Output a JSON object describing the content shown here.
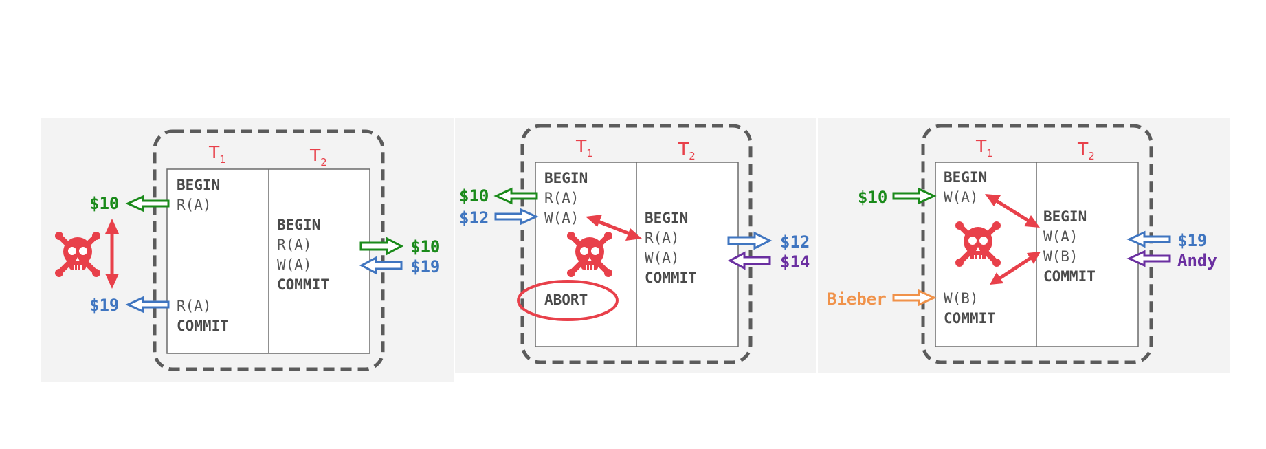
{
  "colors": {
    "red": "#e8404a",
    "green": "#1a8a1a",
    "blue": "#3f75c0",
    "purple": "#6a2fa0",
    "orange": "#f0924a",
    "gray_text": "#555555"
  },
  "icons": [
    "skull-crossbones-icon",
    "conflict-arrow",
    "value-arrow"
  ],
  "panels": [
    {
      "t1_label": "T",
      "t1_sub": "1",
      "t2_label": "T",
      "t2_sub": "2",
      "t1_ops": [
        "BEGIN",
        "R(A)",
        "R(A)",
        "COMMIT"
      ],
      "t2_ops": [
        "BEGIN",
        "R(A)",
        "W(A)",
        "COMMIT"
      ],
      "left_values": [
        "$10",
        "$19"
      ],
      "right_values": [
        "$10",
        "$19"
      ]
    },
    {
      "t1_label": "T",
      "t1_sub": "1",
      "t2_label": "T",
      "t2_sub": "2",
      "t1_ops": [
        "BEGIN",
        "R(A)",
        "W(A)",
        "ABORT"
      ],
      "t2_ops": [
        "BEGIN",
        "R(A)",
        "W(A)",
        "COMMIT"
      ],
      "left_values": [
        "$10",
        "$12"
      ],
      "right_values": [
        "$12",
        "$14"
      ]
    },
    {
      "t1_label": "T",
      "t1_sub": "1",
      "t2_label": "T",
      "t2_sub": "2",
      "t1_ops": [
        "BEGIN",
        "W(A)",
        "W(B)",
        "COMMIT"
      ],
      "t2_ops": [
        "BEGIN",
        "W(A)",
        "W(B)",
        "COMMIT"
      ],
      "left_values": [
        "$10",
        "Bieber"
      ],
      "right_values": [
        "$19",
        "Andy"
      ]
    }
  ]
}
